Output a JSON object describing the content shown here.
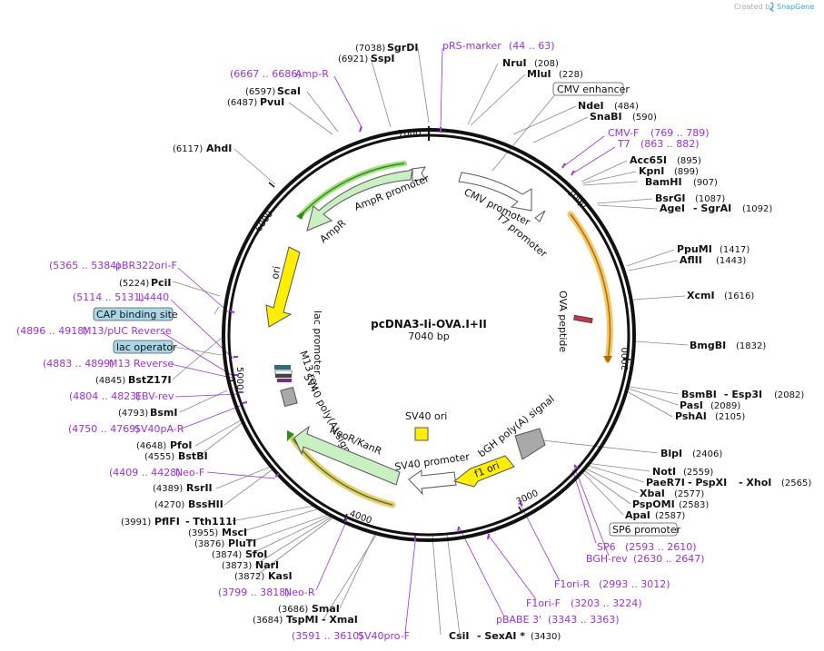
{
  "app": {
    "credit": "Created by",
    "brand": "SnapGene",
    "brand_color": "#33aadd"
  },
  "plasmid": {
    "name": "pcDNA3-Ii-OVA.I+II",
    "length_label": "7040 bp",
    "length": 7040
  },
  "colors": {
    "backbone": "#111111",
    "primer": "#9b30d9",
    "orf_orange": "#f0a000",
    "orf_green": "#2a8f1a",
    "feature_green": "#c8f0c0",
    "origin_yellow": "#ffee00",
    "polyA_gray": "#a8a8a8",
    "peptide_red": "#c8354c",
    "marker_teal": "#2e6d7a",
    "boxed_label_fill": "#a8d8e8"
  },
  "ticks": [
    {
      "bp": 1000,
      "label": "1000"
    },
    {
      "bp": 2000,
      "label": "2000"
    },
    {
      "bp": 3000,
      "label": "3000"
    },
    {
      "bp": 4000,
      "label": "4000"
    },
    {
      "bp": 5000,
      "label": "5000"
    },
    {
      "bp": 6000,
      "label": "6000"
    },
    {
      "bp": 7000,
      "label": "7000"
    }
  ],
  "enzymes": [
    {
      "name": "SgrDI",
      "pos": "(7038)"
    },
    {
      "name": "SspI",
      "pos": "(6921)"
    },
    {
      "name": "ScaI",
      "pos": "(6597)"
    },
    {
      "name": "PvuI",
      "pos": "(6487)"
    },
    {
      "name": "AhdI",
      "pos": "(6117)"
    },
    {
      "name": "NruI",
      "pos": "(208)"
    },
    {
      "name": "MluI",
      "pos": "(228)"
    },
    {
      "name": "NdeI",
      "pos": "(484)"
    },
    {
      "name": "SnaBI",
      "pos": "(590)"
    },
    {
      "name": "Acc65I",
      "pos": "(895)"
    },
    {
      "name": "KpnI",
      "pos": "(899)"
    },
    {
      "name": "BamHI",
      "pos": "(907)"
    },
    {
      "name": "BsrGI",
      "pos": "(1087)"
    },
    {
      "name": "AgeI",
      "pos": "- SgrAI",
      "pos2": "(1092)"
    },
    {
      "name": "PpuMI",
      "pos": "(1417)"
    },
    {
      "name": "AflII",
      "pos": "(1443)"
    },
    {
      "name": "XcmI",
      "pos": "(1616)"
    },
    {
      "name": "BmgBI",
      "pos": "(1832)"
    },
    {
      "name": "BsmBI",
      "pos": "- Esp3I",
      "pos2": "(2082)"
    },
    {
      "name": "PasI",
      "pos": "(2089)"
    },
    {
      "name": "PshAI",
      "pos": "(2105)"
    },
    {
      "name": "BlpI",
      "pos": "(2406)"
    },
    {
      "name": "NotI",
      "pos": "(2559)"
    },
    {
      "name": "PaeR7I",
      "pos": "- PspXI",
      "pos2": "- XhoI",
      "pos3": "(2565)"
    },
    {
      "name": "XbaI",
      "pos": "(2577)"
    },
    {
      "name": "PspOMI",
      "pos": "(2583)"
    },
    {
      "name": "ApaI",
      "pos": "(2587)"
    },
    {
      "name": "PciI",
      "pos": "(5224)"
    },
    {
      "name": "BstZ17I",
      "pos": "(4845)"
    },
    {
      "name": "BsmI",
      "pos": "(4793)"
    },
    {
      "name": "PfoI",
      "pos": "(4648)"
    },
    {
      "name": "BstBI",
      "pos": "(4555)"
    },
    {
      "name": "RsrII",
      "pos": "(4389)"
    },
    {
      "name": "BssHII",
      "pos": "(4270)"
    },
    {
      "name": "PflFI",
      "pos": "(3991)",
      "pos2": "- Tth111I"
    },
    {
      "name": "MscI",
      "pos": "(3955)"
    },
    {
      "name": "PluTI",
      "pos": "(3876)"
    },
    {
      "name": "SfoI",
      "pos": "(3874)"
    },
    {
      "name": "NarI",
      "pos": "(3873)"
    },
    {
      "name": "KasI",
      "pos": "(3872)"
    },
    {
      "name": "SmaI",
      "pos": "(3686)"
    },
    {
      "name": "TspMI",
      "pos": "(3684)",
      "pos2": "- XmaI"
    },
    {
      "name": "CsiI",
      "pos": "- SexAI *",
      "pos2": "(3430)"
    }
  ],
  "primers": [
    {
      "name": "pRS-marker",
      "range": "(44 .. 63)"
    },
    {
      "name": "Amp-R",
      "range": "(6667 .. 6686)"
    },
    {
      "name": "CMV-F",
      "range": "(769 .. 789)"
    },
    {
      "name": "T7",
      "range": "(863 .. 882)"
    },
    {
      "name": "pBR322ori-F",
      "range": "(5365 .. 5384)"
    },
    {
      "name": "L4440",
      "range": "(5114 .. 5131)"
    },
    {
      "name": "M13/pUC Reverse",
      "range": "(4896 .. 4918)"
    },
    {
      "name": "M13 Reverse",
      "range": "(4883 .. 4899)"
    },
    {
      "name": "EBV-rev",
      "range": "(4804 .. 4823)"
    },
    {
      "name": "SV40pA-R",
      "range": "(4750 .. 4769)"
    },
    {
      "name": "Neo-F",
      "range": "(4409 .. 4428)"
    },
    {
      "name": "Neo-R",
      "range": "(3799 .. 3818)"
    },
    {
      "name": "SV40pro-F",
      "range": "(3591 .. 3610)"
    },
    {
      "name": "pBABE 3'",
      "range": "(3343 .. 3363)"
    },
    {
      "name": "F1ori-F",
      "range": "(3203 .. 3224)"
    },
    {
      "name": "F1ori-R",
      "range": "(2993 .. 3012)"
    },
    {
      "name": "BGH-rev",
      "range": "(2630 .. 2647)"
    },
    {
      "name": "SP6",
      "range": "(2593 .. 2610)"
    }
  ],
  "boxed_labels": {
    "cmv_enhancer": "CMV enhancer",
    "sp6_promoter": "SP6 promoter",
    "cap_site": "CAP binding site",
    "lac_operator": "lac operator"
  },
  "features": {
    "ampr_promoter": "AmpR promoter",
    "ampr": "AmpR",
    "cmv_promoter": "CMV promoter",
    "t7_promoter": "T7 promoter",
    "ova_peptide": "OVA peptide",
    "ori": "ori",
    "lac_promoter": "lac promoter",
    "m13_rev": "M13 rev",
    "sv40_polya": "SV40 poly(A) signal",
    "neor": "NeoR/KanR",
    "sv40_ori": "SV40 ori",
    "sv40_promoter": "SV40 promoter",
    "bgh_polya": "bGH poly(A) signal",
    "f1_ori": "f1 ori"
  }
}
